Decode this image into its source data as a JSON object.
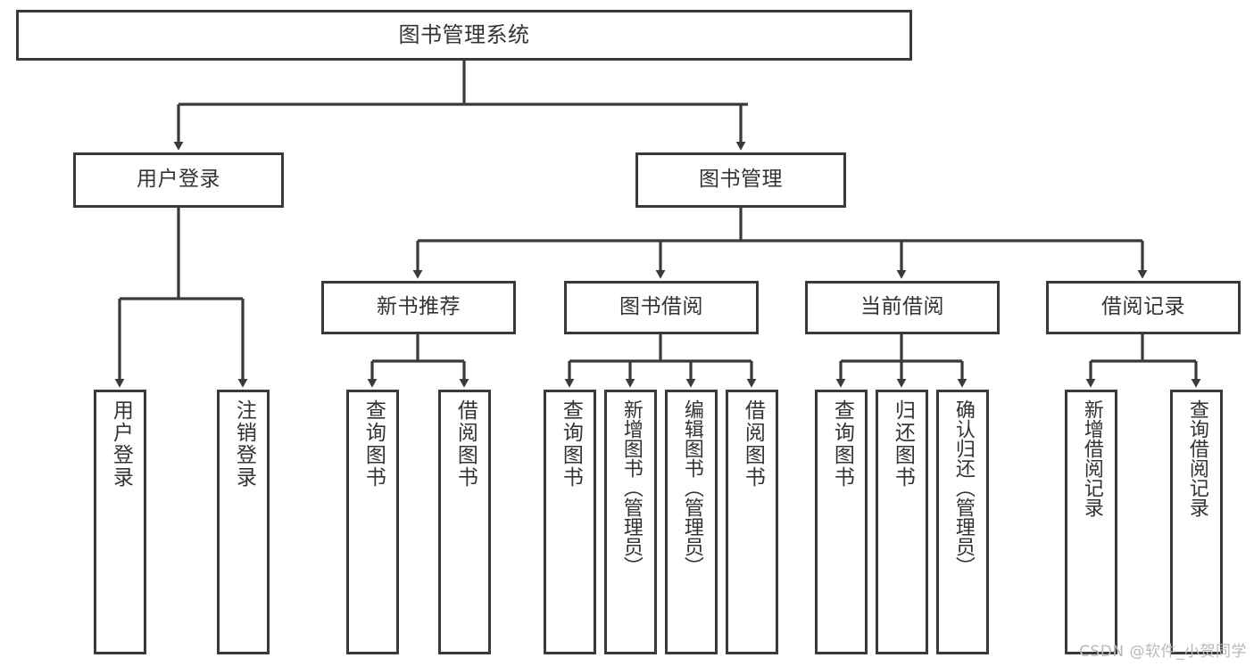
{
  "diagram": {
    "type": "tree-hierarchy",
    "title": "图书管理系统",
    "watermark": "CSDN @软件_小贺同学",
    "colors": {
      "box_border": "#3a3a3a",
      "box_fill": "#ffffff",
      "connector": "#3a3a3a",
      "text": "#333333",
      "watermark": "#b9b9b9",
      "background": "#ffffff"
    },
    "nodes": {
      "root": {
        "label": "图书管理系统"
      },
      "level2": [
        {
          "id": "user-login",
          "label": "用户登录"
        },
        {
          "id": "book-management",
          "label": "图书管理"
        }
      ],
      "level3": [
        {
          "id": "new-book-recommend",
          "label": "新书推荐"
        },
        {
          "id": "book-borrow",
          "label": "图书借阅"
        },
        {
          "id": "current-borrow",
          "label": "当前借阅"
        },
        {
          "id": "borrow-record",
          "label": "借阅记录"
        }
      ],
      "leaves": {
        "user-login": [
          {
            "id": "leaf-user-login",
            "label": "用户登录"
          },
          {
            "id": "leaf-logout-login",
            "label": "注销登录"
          }
        ],
        "new-book-recommend": [
          {
            "id": "leaf-query-book-1",
            "label": "查询图书"
          },
          {
            "id": "leaf-borrow-book-1",
            "label": "借阅图书"
          }
        ],
        "book-borrow": [
          {
            "id": "leaf-query-book-2",
            "label": "查询图书"
          },
          {
            "id": "leaf-add-book",
            "label": "新增图书（管理员）"
          },
          {
            "id": "leaf-edit-book",
            "label": "编辑图书（管理员）"
          },
          {
            "id": "leaf-borrow-book-2",
            "label": "借阅图书"
          }
        ],
        "current-borrow": [
          {
            "id": "leaf-query-book-3",
            "label": "查询图书"
          },
          {
            "id": "leaf-return-book",
            "label": "归还图书"
          },
          {
            "id": "leaf-confirm-return",
            "label": "确认归还（管理员）"
          }
        ],
        "borrow-record": [
          {
            "id": "leaf-add-record",
            "label": "新增借阅记录"
          },
          {
            "id": "leaf-query-record",
            "label": "查询借阅记录"
          }
        ]
      }
    }
  }
}
